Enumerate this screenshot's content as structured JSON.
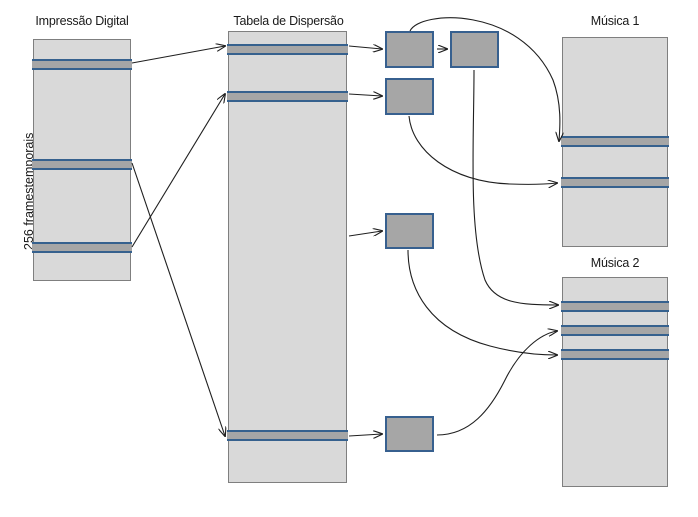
{
  "diagram": {
    "title_fingerprint": "Impressão Digital",
    "title_hashtable": "Tabela de Dispersão",
    "title_music1": "Música 1",
    "title_music2": "Música 2",
    "axis_label_frames": "256 framestemporais",
    "colors": {
      "column_fill": "#d9d9d9",
      "column_border": "#7f7f7f",
      "band_fill": "#a6a6a6",
      "band_border": "#36618e",
      "box_fill": "#a6a6a6",
      "box_border": "#37608f",
      "connector": "#1f1f1f",
      "text": "#1a1a1a",
      "background": "#ffffff"
    },
    "columns": [
      {
        "name": "fingerprint",
        "label": "Impressão Digital",
        "bands": 3
      },
      {
        "name": "hash-table",
        "label": "Tabela de Dispersão",
        "bands": 3
      },
      {
        "name": "music-1",
        "label": "Música 1",
        "bands": 2
      },
      {
        "name": "music-2",
        "label": "Música 2",
        "bands": 3
      }
    ],
    "hash_boxes": [
      {
        "name": "hash-bucket-1",
        "label": ""
      },
      {
        "name": "hash-bucket-2",
        "label": ""
      },
      {
        "name": "hash-bucket-3",
        "label": ""
      },
      {
        "name": "hash-bucket-4",
        "label": ""
      },
      {
        "name": "hash-bucket-5",
        "label": ""
      }
    ]
  }
}
